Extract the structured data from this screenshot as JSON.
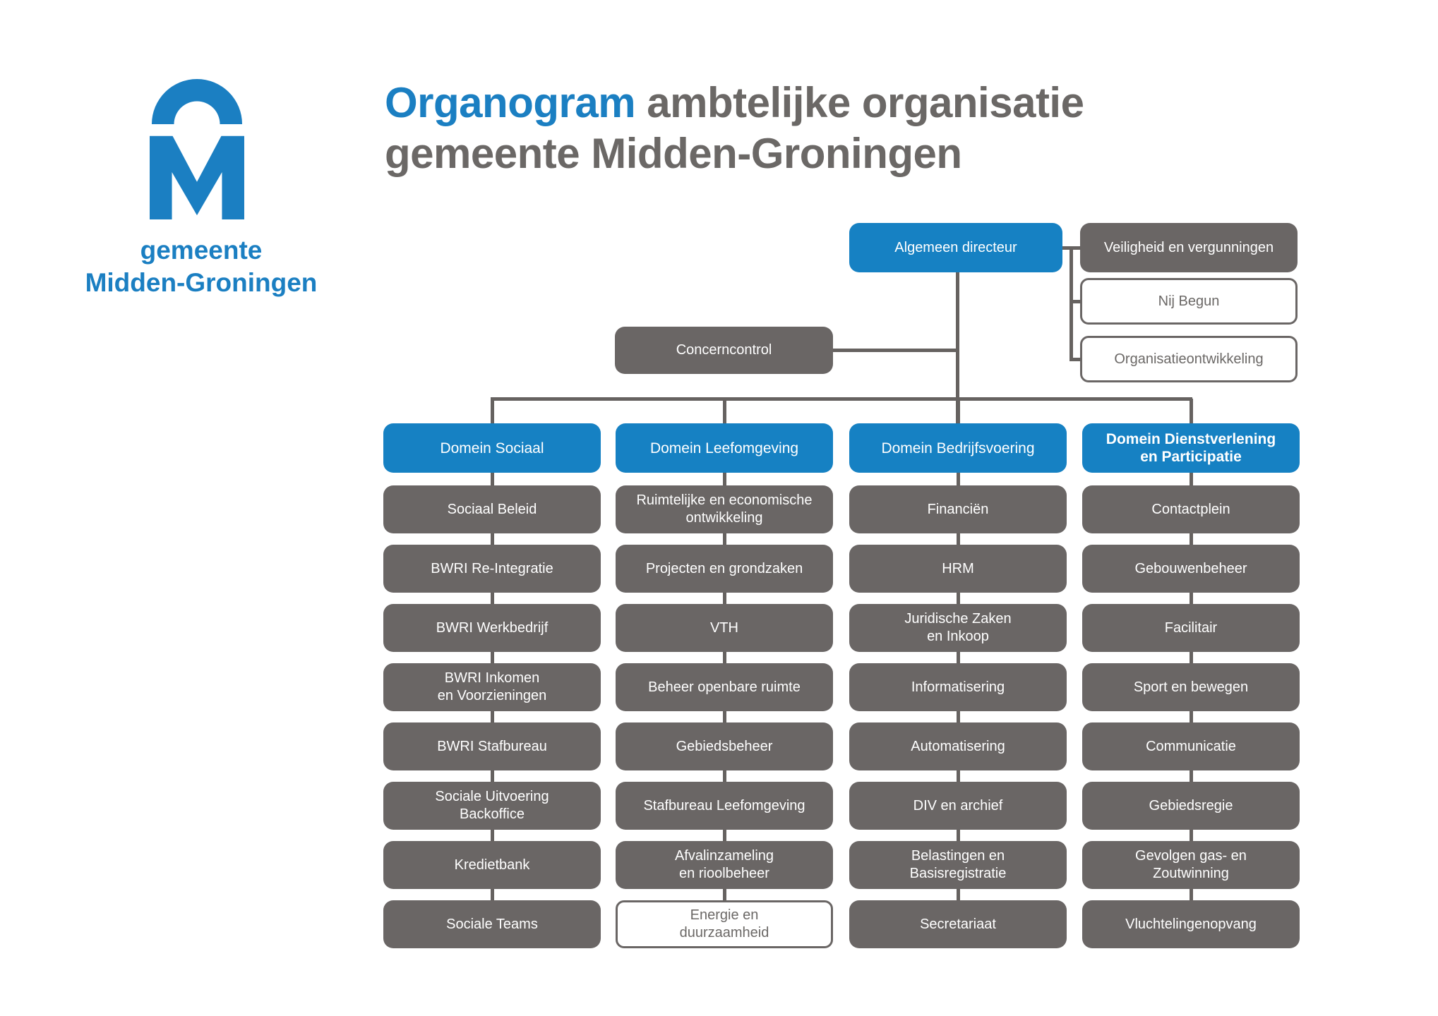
{
  "colors": {
    "accent_blue": "#1681c3",
    "box_gray": "#6a6665",
    "line_gray": "#666260",
    "title_gray": "#6b6866",
    "logo_blue": "#1b7fc2"
  },
  "logo": {
    "line1": "gemeente",
    "line2": "Midden-Groningen"
  },
  "title": {
    "highlight": "Organogram",
    "rest": "ambtelijke organisatie",
    "line2": "gemeente Midden-Groningen"
  },
  "top": {
    "algemeen_directeur": "Algemeen directeur",
    "veiligheid": "Veiligheid en vergunningen",
    "nij_begun": "Nij Begun",
    "organisatieontwikkeling": "Organisatieontwikkeling",
    "concerncontrol": "Concerncontrol"
  },
  "domains": [
    {
      "header": "Domein Sociaal",
      "items": [
        {
          "label": "Sociaal Beleid",
          "type": "filled"
        },
        {
          "label": "BWRI Re-Integratie",
          "type": "filled"
        },
        {
          "label": "BWRI Werkbedrijf",
          "type": "filled"
        },
        {
          "label": "BWRI Inkomen\nen Voorzieningen",
          "type": "filled"
        },
        {
          "label": "BWRI Stafbureau",
          "type": "filled"
        },
        {
          "label": "Sociale Uitvoering\nBackoffice",
          "type": "filled"
        },
        {
          "label": "Kredietbank",
          "type": "filled"
        },
        {
          "label": "Sociale Teams",
          "type": "filled"
        }
      ]
    },
    {
      "header": "Domein Leefomgeving",
      "items": [
        {
          "label": "Ruimtelijke en economische\nontwikkeling",
          "type": "filled"
        },
        {
          "label": "Projecten en grondzaken",
          "type": "filled"
        },
        {
          "label": "VTH",
          "type": "filled"
        },
        {
          "label": "Beheer openbare ruimte",
          "type": "filled"
        },
        {
          "label": "Gebiedsbeheer",
          "type": "filled"
        },
        {
          "label": "Stafbureau Leefomgeving",
          "type": "filled"
        },
        {
          "label": "Afvalinzameling\nen rioolbeheer",
          "type": "filled"
        },
        {
          "label": "Energie en\nduurzaamheid",
          "type": "outlined"
        }
      ]
    },
    {
      "header": "Domein Bedrijfsvoering",
      "items": [
        {
          "label": "Financiën",
          "type": "filled"
        },
        {
          "label": "HRM",
          "type": "filled"
        },
        {
          "label": "Juridische Zaken\nen Inkoop",
          "type": "filled"
        },
        {
          "label": "Informatisering",
          "type": "filled"
        },
        {
          "label": "Automatisering",
          "type": "filled"
        },
        {
          "label": "DIV en archief",
          "type": "filled"
        },
        {
          "label": "Belastingen en\nBasisregistratie",
          "type": "filled"
        },
        {
          "label": "Secretariaat",
          "type": "filled"
        }
      ]
    },
    {
      "header": "Domein Dienstverlening\nen Participatie",
      "items": [
        {
          "label": "Contactplein",
          "type": "filled"
        },
        {
          "label": "Gebouwenbeheer",
          "type": "filled"
        },
        {
          "label": "Facilitair",
          "type": "filled"
        },
        {
          "label": "Sport en bewegen",
          "type": "filled"
        },
        {
          "label": "Communicatie",
          "type": "filled"
        },
        {
          "label": "Gebiedsregie",
          "type": "filled"
        },
        {
          "label": "Gevolgen gas- en\nZoutwinning",
          "type": "filled"
        },
        {
          "label": "Vluchtelingenopvang",
          "type": "filled"
        }
      ]
    }
  ]
}
